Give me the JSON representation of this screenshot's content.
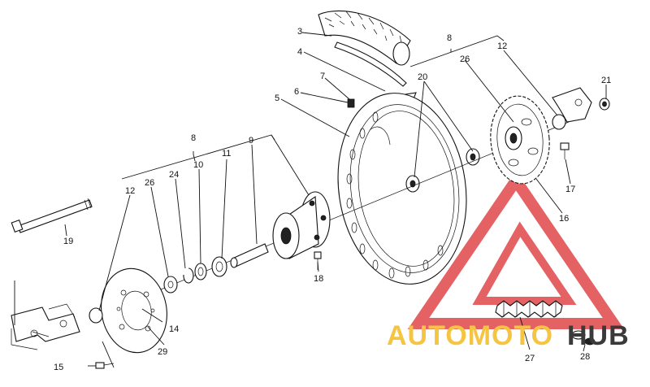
{
  "labels": [
    {
      "id": "3",
      "text": "3"
    },
    {
      "id": "4",
      "text": "4"
    },
    {
      "id": "5",
      "text": "5"
    },
    {
      "id": "6",
      "text": "6"
    },
    {
      "id": "7",
      "text": "7"
    },
    {
      "id": "8a",
      "text": "8"
    },
    {
      "id": "8b",
      "text": "8"
    },
    {
      "id": "9",
      "text": "9"
    },
    {
      "id": "10",
      "text": "10"
    },
    {
      "id": "11",
      "text": "11"
    },
    {
      "id": "12a",
      "text": "12"
    },
    {
      "id": "12b",
      "text": "12"
    },
    {
      "id": "14",
      "text": "14"
    },
    {
      "id": "15",
      "text": "15"
    },
    {
      "id": "16",
      "text": "16"
    },
    {
      "id": "17",
      "text": "17"
    },
    {
      "id": "18",
      "text": "18"
    },
    {
      "id": "19",
      "text": "19"
    },
    {
      "id": "20",
      "text": "20"
    },
    {
      "id": "21",
      "text": "21"
    },
    {
      "id": "24",
      "text": "24"
    },
    {
      "id": "26a",
      "text": "26"
    },
    {
      "id": "26b",
      "text": "26"
    },
    {
      "id": "27",
      "text": "27"
    },
    {
      "id": "28",
      "text": "28"
    },
    {
      "id": "29",
      "text": "29"
    }
  ],
  "watermark": {
    "text_a": "AUTOMOTO",
    "text_b": "HUB",
    "color_a": "#f5c542",
    "color_b": "#3a3a3a",
    "logo_color": "#e0474a"
  }
}
